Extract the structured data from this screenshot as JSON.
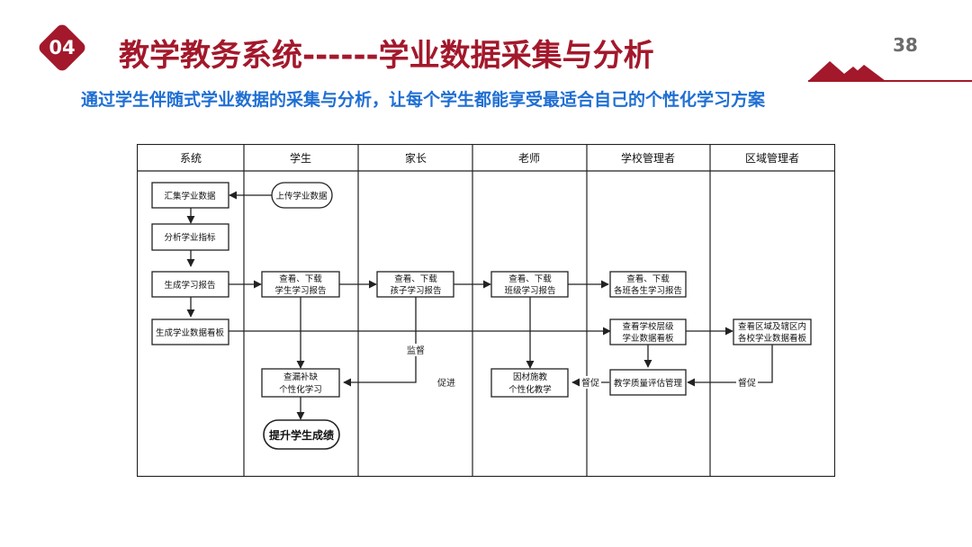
{
  "header": {
    "section_number": "04",
    "title": "教学教务系统------学业数据采集与分析",
    "page_number": "38",
    "subtitle": "通过学生伴随式学业数据的采集与分析，让每个学生都能享受最适合自己的个性化学习方案"
  },
  "colors": {
    "brand_red": "#a3182b",
    "subtitle_blue": "#1f6fd3"
  },
  "diagram": {
    "lanes": [
      "系统",
      "学生",
      "家长",
      "老师",
      "学校管理者",
      "区域管理者"
    ],
    "nodes": {
      "collect": "汇集学业数据",
      "upload": "上传学业数据",
      "analyze": "分析学业指标",
      "report": "生成学习报告",
      "student_view_1": "查看、下载",
      "student_view_2": "学生学习报告",
      "parent_view_1": "查看、下载",
      "parent_view_2": "孩子学习报告",
      "teacher_view_1": "查看、下载",
      "teacher_view_2": "班级学习报告",
      "school_view_1": "查看、下载",
      "school_view_2": "各班各生学习报告",
      "dashboard": "生成学业数据看板",
      "school_dash_1": "查看学校层级",
      "school_dash_2": "学业数据看板",
      "region_dash_1": "查看区域及辖区内",
      "region_dash_2": "各校学业数据看板",
      "student_fill_1": "查漏补缺",
      "student_fill_2": "个性化学习",
      "teacher_teach_1": "因材施教",
      "teacher_teach_2": "个性化教学",
      "quality": "教学质量评估管理",
      "improve": "提升学生成绩"
    },
    "edge_labels": {
      "supervise": "监督",
      "promote": "促进",
      "urge1": "督促",
      "urge2": "督促"
    }
  }
}
